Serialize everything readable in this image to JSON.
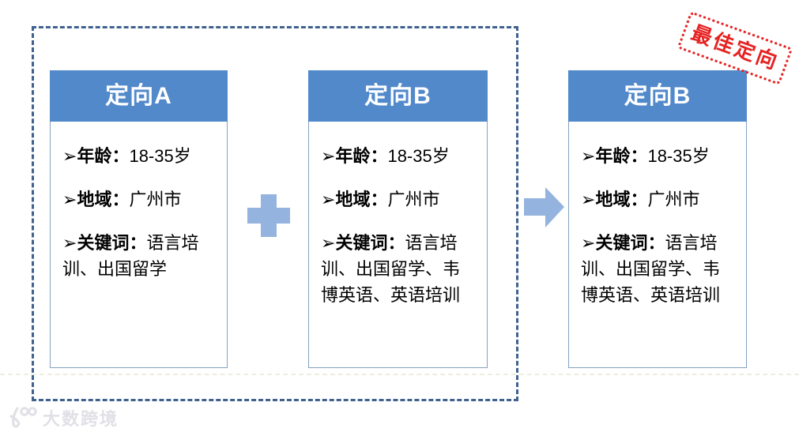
{
  "bullet": "➢",
  "stamp": {
    "label": "最佳定向",
    "color": "#e62222"
  },
  "cards": [
    {
      "title": "定向A",
      "items": [
        {
          "label": "年龄：",
          "value": "18-35岁"
        },
        {
          "label": "地域：",
          "value": "广州市"
        },
        {
          "label": "关键词：",
          "value": "语言培训、出国留学"
        }
      ]
    },
    {
      "title": "定向B",
      "items": [
        {
          "label": "年龄：",
          "value": "18-35岁"
        },
        {
          "label": "地域：",
          "value": "广州市"
        },
        {
          "label": "关键词：",
          "value": "语言培训、出国留学、韦博英语、英语培训"
        }
      ]
    },
    {
      "title": "定向B",
      "items": [
        {
          "label": "年龄：",
          "value": "18-35岁"
        },
        {
          "label": "地域：",
          "value": "广州市"
        },
        {
          "label": "关键词：",
          "value": "语言培训、出国留学、韦博英语、英语培训"
        }
      ]
    }
  ],
  "watermark": {
    "text": "大数跨境"
  },
  "colors": {
    "header_blue": "#5289cb",
    "connector_blue": "#94b3de",
    "card_border": "#84a3c0",
    "frame_border": "#3f618f",
    "stamp_red": "#e62222",
    "watermark_gray": "#e0e0e6"
  }
}
